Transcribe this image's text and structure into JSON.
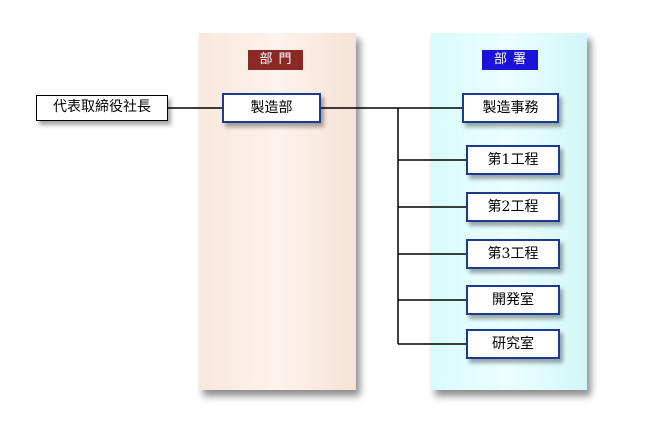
{
  "headers": {
    "department": "部門",
    "division": "部署"
  },
  "nodes": {
    "president": "代表取締役社長",
    "manufacturing_dept": "製造部",
    "units": [
      "製造事務",
      "第1工程",
      "第2工程",
      "第3工程",
      "開発室",
      "研究室"
    ]
  },
  "colors": {
    "department_header": "#8b2a24",
    "division_header": "#1a13d8",
    "node_border": "#1d3a8e"
  }
}
